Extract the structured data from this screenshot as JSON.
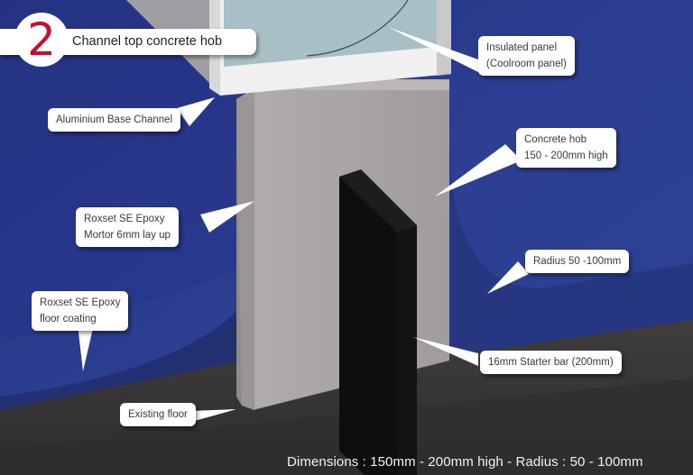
{
  "header": {
    "step_number": "2",
    "title": "Channel top concrete hob"
  },
  "callouts": {
    "insulated_panel": {
      "line1": "Insulated panel",
      "line2": "(Coolroom panel)"
    },
    "aluminium_base_channel": {
      "line1": "Aluminium Base Channel"
    },
    "concrete_hob": {
      "line1": "Concrete hob",
      "line2": "150 - 200mm high"
    },
    "epoxy_mortar": {
      "line1": "Roxset SE Epoxy",
      "line2": "Mortor 6mm lay up"
    },
    "radius": {
      "line1": "Radius 50 -100mm"
    },
    "floor_coating": {
      "line1": "Roxset SE Epoxy",
      "line2": "floor coating"
    },
    "starter_bar": {
      "line1": "16mm Starter bar (200mm)"
    },
    "existing_floor": {
      "line1": "Existing floor"
    }
  },
  "footer": {
    "dimensions": "Dimensions : 150mm - 200mm high - Radius : 50 - 100mm"
  },
  "colors": {
    "wall_blue": "#2d4394",
    "wall_blue_dark": "#233277",
    "floor_dark": "#3a3738",
    "concrete": "#a8a4a3",
    "panel": "#a9bfc6",
    "channel": "#eaeaea",
    "starter_bar": "#141213",
    "accent_red": "#c8102e"
  }
}
